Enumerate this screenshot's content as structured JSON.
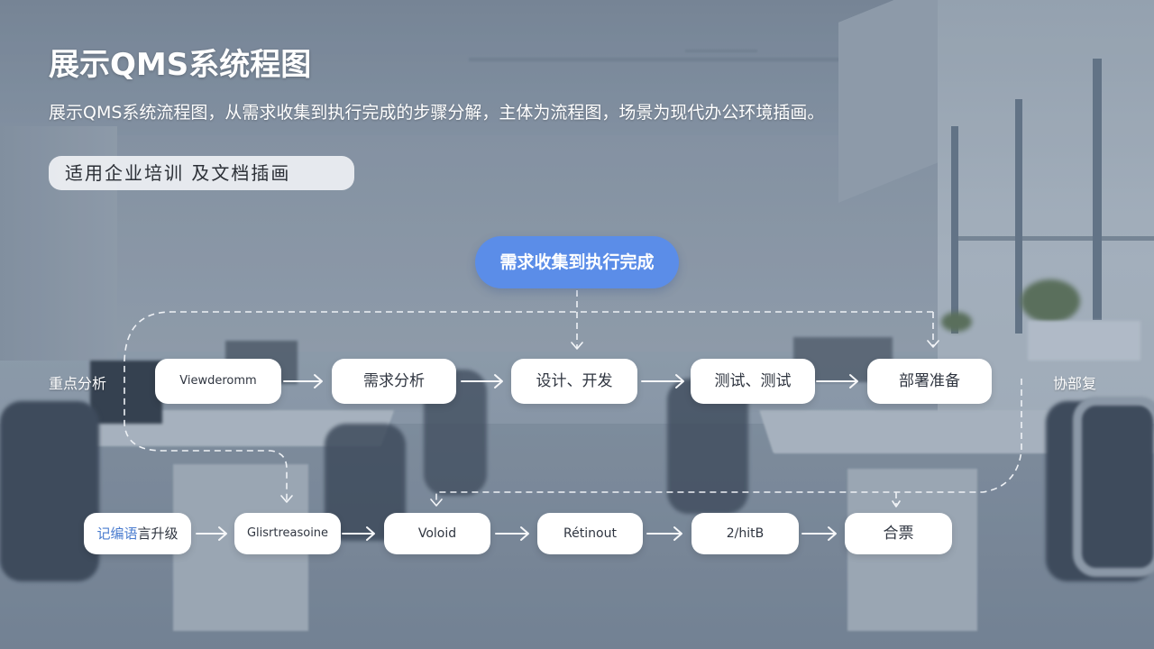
{
  "header": {
    "title": "展示QMS系统程图",
    "subtitle": "展示QMS系统流程图，从需求收集到执行完成的步骤分解，主体为流程图，场景为现代办公环境插画。",
    "tag": "适用企业培训 及文档插画"
  },
  "diagram": {
    "root": {
      "label": "需求收集到执行完成",
      "color": "#5b8de8"
    },
    "row1": {
      "left_label": "重点分析",
      "right_label": "协部复",
      "nodes": [
        {
          "label": "Viewderomm"
        },
        {
          "label": "需求分析"
        },
        {
          "label": "设计、开发"
        },
        {
          "label": "测试、测试"
        },
        {
          "label": "部署准备"
        }
      ]
    },
    "row2": {
      "nodes": [
        {
          "label_highlight": "记编语",
          "label": "言升级"
        },
        {
          "label": "Glisrtreasoine"
        },
        {
          "label": "Voloid"
        },
        {
          "label": "Rétinout"
        },
        {
          "label": "2/hitB"
        },
        {
          "label": "合票"
        }
      ]
    },
    "connector_color": "#eef1f5",
    "arrow_glyph": "→"
  }
}
